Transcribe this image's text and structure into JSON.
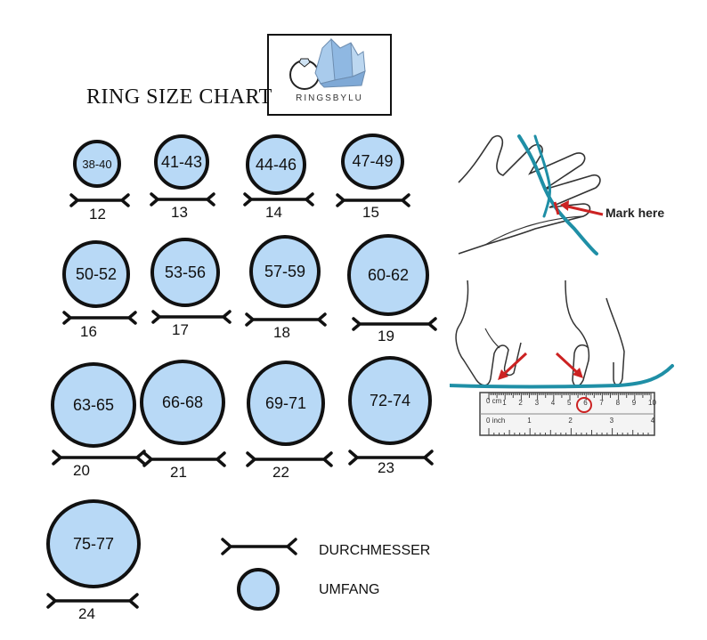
{
  "title": "RING SIZE CHART",
  "logo": {
    "brand": "RINGSBYLU",
    "icon": "crystal-ring-logo"
  },
  "sizes": [
    {
      "circumference": "38-40",
      "diameter": "12"
    },
    {
      "circumference": "41-43",
      "diameter": "13"
    },
    {
      "circumference": "44-46",
      "diameter": "14"
    },
    {
      "circumference": "47-49",
      "diameter": "15"
    },
    {
      "circumference": "50-52",
      "diameter": "16"
    },
    {
      "circumference": "53-56",
      "diameter": "17"
    },
    {
      "circumference": "57-59",
      "diameter": "18"
    },
    {
      "circumference": "60-62",
      "diameter": "19"
    },
    {
      "circumference": "63-65",
      "diameter": "20"
    },
    {
      "circumference": "66-68",
      "diameter": "21"
    },
    {
      "circumference": "69-71",
      "diameter": "22"
    },
    {
      "circumference": "72-74",
      "diameter": "23"
    },
    {
      "circumference": "75-77",
      "diameter": "24"
    }
  ],
  "legend": {
    "diameter_label": "DURCHMESSER",
    "circumference_label": "UMFANG"
  },
  "illustration": {
    "mark_label": "Mark here",
    "ruler_cm_label": "0 cm",
    "ruler_inch_label": "0 inch",
    "ruler_cm_ticks": [
      "1",
      "2",
      "3",
      "4",
      "5",
      "6",
      "7",
      "8",
      "9",
      "10"
    ],
    "ruler_inch_ticks": [
      "1",
      "2",
      "3",
      "4"
    ]
  },
  "colors": {
    "ring_fill": "#b8d9f6",
    "outline": "#111111",
    "string": "#1f8fa6",
    "arrow": "#cc2222"
  }
}
